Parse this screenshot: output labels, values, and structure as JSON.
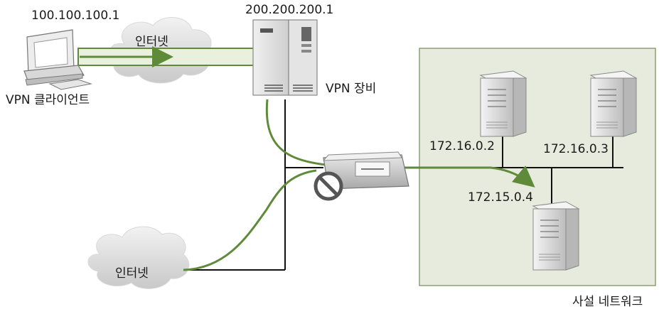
{
  "client": {
    "ip": "100.100.100.1",
    "label": "VPN 클라이언트"
  },
  "internet_top": {
    "label": "인터넷"
  },
  "internet_bottom": {
    "label": "인터넷"
  },
  "vpn_device": {
    "ip": "200.200.200.1",
    "label": "VPN 장비"
  },
  "private_network": {
    "label": "사설 네트워크",
    "servers": [
      {
        "ip": "172.16.0.2"
      },
      {
        "ip": "172.16.0.3"
      },
      {
        "ip": "172.15.0.4"
      }
    ]
  },
  "blocked_device": {
    "icon": "prohibited-icon"
  },
  "colors": {
    "tunnel_green": "#5f8a3a",
    "network_fill": "#e7ebde",
    "network_border": "#8d9d77",
    "cloud_fill": "#dcdcdc",
    "prohibit_red": "#555555"
  }
}
